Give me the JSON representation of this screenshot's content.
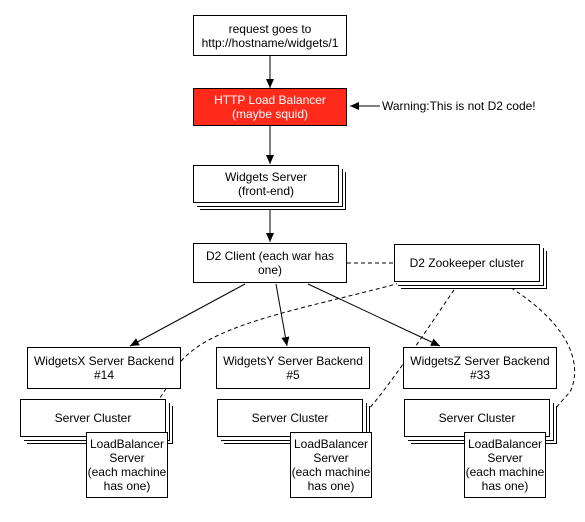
{
  "nodes": {
    "request": "request goes to\nhttp://hostname/widgets/1",
    "http_lb": "HTTP Load Balancer\n(maybe squid)",
    "widgets_server": "Widgets Server\n(front-end)",
    "d2_client": "D2 Client (each war has\none)",
    "zookeeper": "D2 Zookeeper cluster",
    "backend_x": "WidgetsX Server Backend\n#14",
    "backend_y": "WidgetsY Server Backend\n#5",
    "backend_z": "WidgetsZ Server Backend\n#33",
    "cluster_x": "Server Cluster",
    "cluster_y": "Server Cluster",
    "cluster_z": "Server Cluster",
    "lbs_x": "LoadBalancer\nServer\n(each machine\nhas one)",
    "lbs_y": "LoadBalancer\nServer\n(each machine\nhas one)",
    "lbs_z": "LoadBalancer\nServer\n(each machine\nhas one)"
  },
  "annotations": {
    "warning": "Warning:This is not D2 code!"
  },
  "colors": {
    "load_balancer_fill": "#ff2a1a"
  }
}
